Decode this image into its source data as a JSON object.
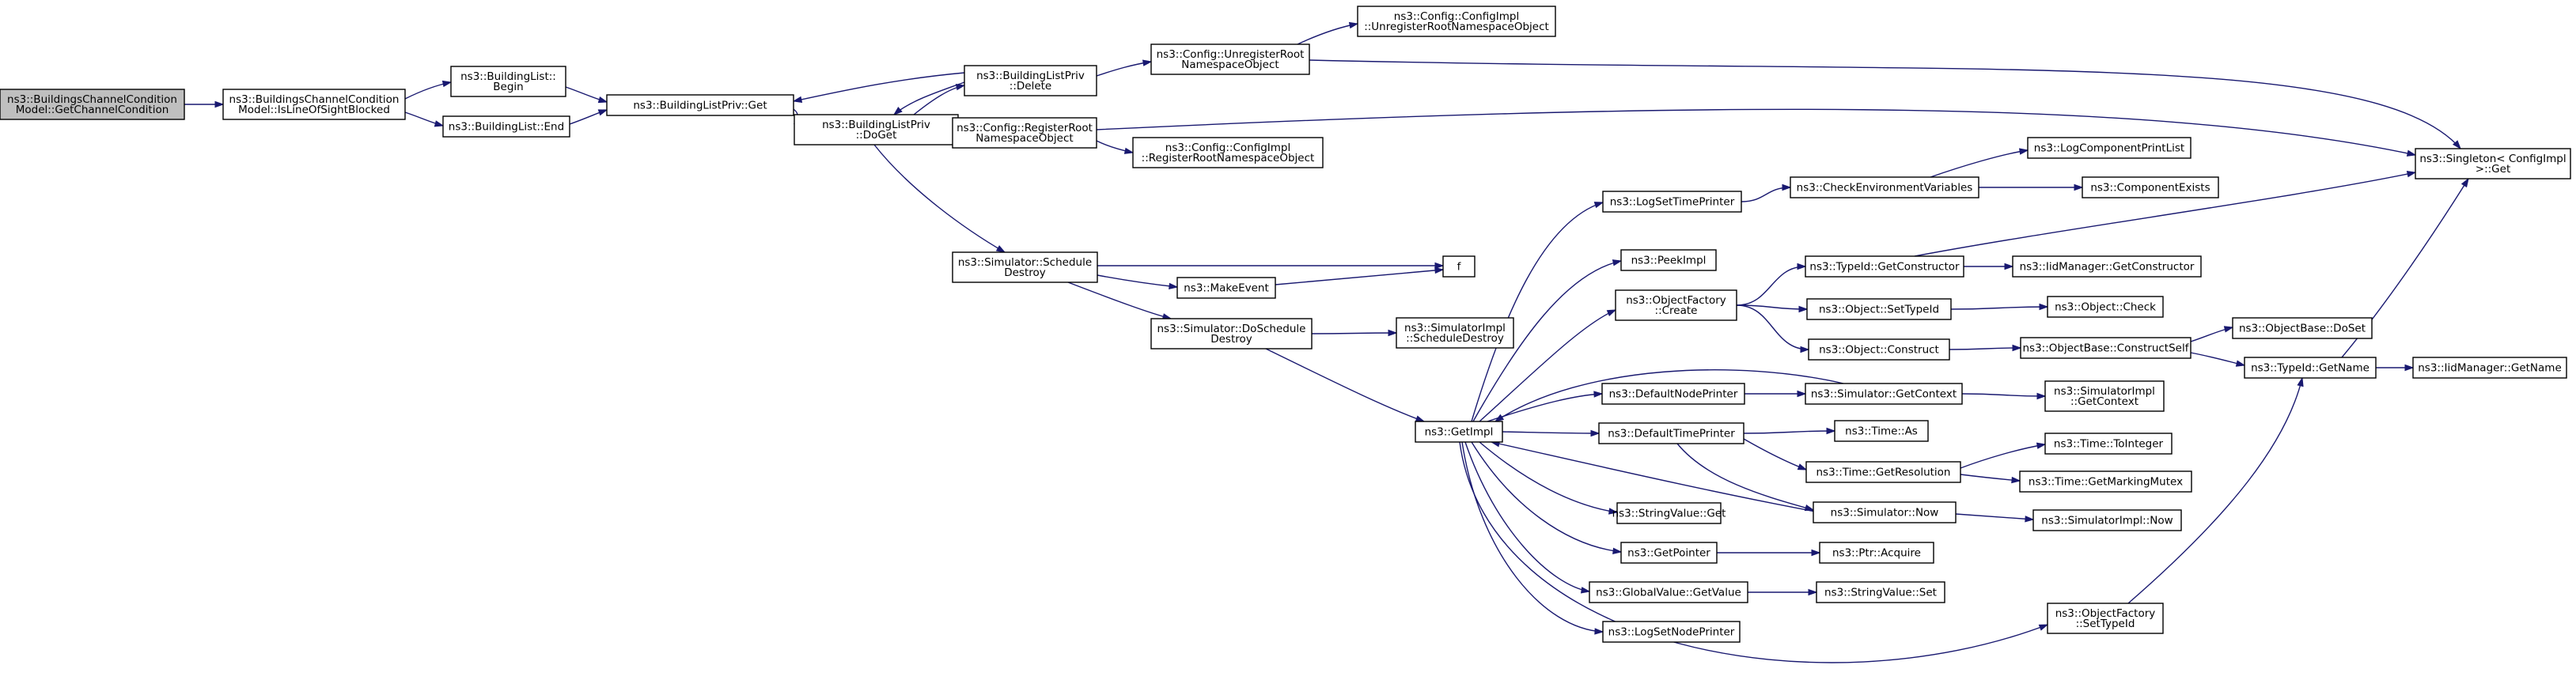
{
  "colors": {
    "edge": "#191970",
    "root_fill": "#bfbfbf",
    "node_fill": "#ffffff",
    "node_border": "#000000",
    "truncated_border": "#ff0000"
  },
  "nodes": [
    {
      "id": "root",
      "lines": [
        "ns3::BuildingsChannelCondition",
        "Model::GetChannelCondition"
      ],
      "style": "root"
    },
    {
      "id": "isLos",
      "lines": [
        "ns3::BuildingsChannelCondition",
        "Model::IsLineOfSightBlocked"
      ],
      "style": "normal"
    },
    {
      "id": "blBegin",
      "lines": [
        "ns3::BuildingList::",
        "Begin"
      ],
      "style": "normal"
    },
    {
      "id": "blEnd",
      "lines": [
        "ns3::BuildingList::End"
      ],
      "style": "normal"
    },
    {
      "id": "blpGet",
      "lines": [
        "ns3::BuildingListPriv::Get"
      ],
      "style": "normal"
    },
    {
      "id": "blpDoGet",
      "lines": [
        "ns3::BuildingListPriv",
        "::DoGet"
      ],
      "style": "normal"
    },
    {
      "id": "blpDelete",
      "lines": [
        "ns3::BuildingListPriv",
        "::Delete"
      ],
      "style": "normal"
    },
    {
      "id": "cfgUnreg",
      "lines": [
        "ns3::Config::UnregisterRoot",
        "NamespaceObject"
      ],
      "style": "normal"
    },
    {
      "id": "cfgImplUnreg",
      "lines": [
        "ns3::Config::ConfigImpl",
        "::UnregisterRootNamespaceObject"
      ],
      "style": "normal"
    },
    {
      "id": "cfgReg",
      "lines": [
        "ns3::Config::RegisterRoot",
        "NamespaceObject"
      ],
      "style": "normal"
    },
    {
      "id": "cfgImplReg",
      "lines": [
        "ns3::Config::ConfigImpl",
        "::RegisterRootNamespaceObject"
      ],
      "style": "normal"
    },
    {
      "id": "singletonGet",
      "lines": [
        "ns3::Singleton< ConfigImpl",
        " >::Get"
      ],
      "style": "normal"
    },
    {
      "id": "simSchedDestroy",
      "lines": [
        "ns3::Simulator::Schedule",
        "Destroy"
      ],
      "style": "normal"
    },
    {
      "id": "makeEvent",
      "lines": [
        "ns3::MakeEvent"
      ],
      "style": "normal"
    },
    {
      "id": "fNode",
      "lines": [
        "f"
      ],
      "style": "normal"
    },
    {
      "id": "simDoSchedDestroy",
      "lines": [
        "ns3::Simulator::DoSchedule",
        "Destroy"
      ],
      "style": "normal"
    },
    {
      "id": "simImplSchedDestroy",
      "lines": [
        "ns3::SimulatorImpl",
        "::ScheduleDestroy"
      ],
      "style": "normal"
    },
    {
      "id": "getImpl",
      "lines": [
        "ns3::GetImpl"
      ],
      "style": "normal"
    },
    {
      "id": "logSetTimePrinter",
      "lines": [
        "ns3::LogSetTimePrinter"
      ],
      "style": "normal"
    },
    {
      "id": "checkEnv",
      "lines": [
        "ns3::CheckEnvironmentVariables"
      ],
      "style": "normal"
    },
    {
      "id": "logCompPrintList",
      "lines": [
        "ns3::LogComponentPrintList"
      ],
      "style": "truncated"
    },
    {
      "id": "compExists",
      "lines": [
        "ns3::ComponentExists"
      ],
      "style": "truncated"
    },
    {
      "id": "peekImpl",
      "lines": [
        "ns3::PeekImpl"
      ],
      "style": "normal"
    },
    {
      "id": "objFactoryCreate",
      "lines": [
        "ns3::ObjectFactory",
        "::Create"
      ],
      "style": "normal"
    },
    {
      "id": "typeIdGetCtor",
      "lines": [
        "ns3::TypeId::GetConstructor"
      ],
      "style": "normal"
    },
    {
      "id": "iidGetCtor",
      "lines": [
        "ns3::IidManager::GetConstructor"
      ],
      "style": "truncated"
    },
    {
      "id": "objSetTypeId",
      "lines": [
        "ns3::Object::SetTypeId"
      ],
      "style": "normal"
    },
    {
      "id": "objCheck",
      "lines": [
        "ns3::Object::Check"
      ],
      "style": "truncated"
    },
    {
      "id": "objConstruct",
      "lines": [
        "ns3::Object::Construct"
      ],
      "style": "normal"
    },
    {
      "id": "objBaseConstructSelf",
      "lines": [
        "ns3::ObjectBase::ConstructSelf"
      ],
      "style": "truncated"
    },
    {
      "id": "objBaseDoSet",
      "lines": [
        "ns3::ObjectBase::DoSet"
      ],
      "style": "normal"
    },
    {
      "id": "typeIdGetName",
      "lines": [
        "ns3::TypeId::GetName"
      ],
      "style": "normal"
    },
    {
      "id": "iidGetName",
      "lines": [
        "ns3::IidManager::GetName"
      ],
      "style": "truncated"
    },
    {
      "id": "defNodePrinter",
      "lines": [
        "ns3::DefaultNodePrinter"
      ],
      "style": "normal"
    },
    {
      "id": "simGetContext",
      "lines": [
        "ns3::Simulator::GetContext"
      ],
      "style": "normal"
    },
    {
      "id": "simImplGetContext",
      "lines": [
        "ns3::SimulatorImpl",
        "::GetContext"
      ],
      "style": "normal"
    },
    {
      "id": "defTimePrinter",
      "lines": [
        "ns3::DefaultTimePrinter"
      ],
      "style": "normal"
    },
    {
      "id": "timeAs",
      "lines": [
        "ns3::Time::As"
      ],
      "style": "normal"
    },
    {
      "id": "timeGetRes",
      "lines": [
        "ns3::Time::GetResolution"
      ],
      "style": "normal"
    },
    {
      "id": "timeToInteger",
      "lines": [
        "ns3::Time::ToInteger"
      ],
      "style": "truncated"
    },
    {
      "id": "timeGetMarkingMutex",
      "lines": [
        "ns3::Time::GetMarkingMutex"
      ],
      "style": "normal"
    },
    {
      "id": "simNow",
      "lines": [
        "ns3::Simulator::Now"
      ],
      "style": "normal"
    },
    {
      "id": "simImplNow",
      "lines": [
        "ns3::SimulatorImpl::Now"
      ],
      "style": "normal"
    },
    {
      "id": "strValGet",
      "lines": [
        "ns3::StringValue::Get"
      ],
      "style": "normal"
    },
    {
      "id": "getPointer",
      "lines": [
        "ns3::GetPointer"
      ],
      "style": "normal"
    },
    {
      "id": "ptrAcquire",
      "lines": [
        "ns3::Ptr::Acquire"
      ],
      "style": "normal"
    },
    {
      "id": "globalValGet",
      "lines": [
        "ns3::GlobalValue::GetValue"
      ],
      "style": "normal"
    },
    {
      "id": "strValSet",
      "lines": [
        "ns3::StringValue::Set"
      ],
      "style": "normal"
    },
    {
      "id": "logSetNodePrinter",
      "lines": [
        "ns3::LogSetNodePrinter"
      ],
      "style": "normal"
    },
    {
      "id": "objFactorySetTypeId",
      "lines": [
        "ns3::ObjectFactory",
        "::SetTypeId"
      ],
      "style": "normal"
    }
  ],
  "edges": [
    {
      "from": "root",
      "to": "isLos"
    },
    {
      "from": "isLos",
      "to": "blBegin"
    },
    {
      "from": "isLos",
      "to": "blEnd"
    },
    {
      "from": "blBegin",
      "to": "blpGet"
    },
    {
      "from": "blEnd",
      "to": "blpGet"
    },
    {
      "from": "blpGet",
      "to": "blpDoGet"
    },
    {
      "from": "blpDoGet",
      "to": "blpDelete"
    },
    {
      "from": "blpDelete",
      "to": "blpDoGet"
    },
    {
      "from": "blpDelete",
      "to": "blpGet"
    },
    {
      "from": "blpDelete",
      "to": "cfgUnreg"
    },
    {
      "from": "cfgUnreg",
      "to": "cfgImplUnreg"
    },
    {
      "from": "cfgUnreg",
      "to": "singletonGet"
    },
    {
      "from": "blpDoGet",
      "to": "cfgReg"
    },
    {
      "from": "cfgReg",
      "to": "cfgImplReg"
    },
    {
      "from": "cfgReg",
      "to": "singletonGet"
    },
    {
      "from": "blpDoGet",
      "to": "simSchedDestroy"
    },
    {
      "from": "simSchedDestroy",
      "to": "fNode"
    },
    {
      "from": "simSchedDestroy",
      "to": "makeEvent"
    },
    {
      "from": "makeEvent",
      "to": "fNode"
    },
    {
      "from": "simSchedDestroy",
      "to": "simDoSchedDestroy"
    },
    {
      "from": "simDoSchedDestroy",
      "to": "simImplSchedDestroy"
    },
    {
      "from": "simDoSchedDestroy",
      "to": "getImpl"
    },
    {
      "from": "getImpl",
      "to": "logSetTimePrinter"
    },
    {
      "from": "logSetTimePrinter",
      "to": "checkEnv"
    },
    {
      "from": "checkEnv",
      "to": "logCompPrintList"
    },
    {
      "from": "checkEnv",
      "to": "compExists"
    },
    {
      "from": "getImpl",
      "to": "peekImpl"
    },
    {
      "from": "getImpl",
      "to": "objFactoryCreate"
    },
    {
      "from": "objFactoryCreate",
      "to": "typeIdGetCtor"
    },
    {
      "from": "typeIdGetCtor",
      "to": "iidGetCtor"
    },
    {
      "from": "typeIdGetCtor",
      "to": "singletonGet"
    },
    {
      "from": "objFactoryCreate",
      "to": "objSetTypeId"
    },
    {
      "from": "objSetTypeId",
      "to": "objCheck"
    },
    {
      "from": "objFactoryCreate",
      "to": "objConstruct"
    },
    {
      "from": "objConstruct",
      "to": "objBaseConstructSelf"
    },
    {
      "from": "objBaseConstructSelf",
      "to": "objBaseDoSet"
    },
    {
      "from": "objBaseConstructSelf",
      "to": "typeIdGetName"
    },
    {
      "from": "typeIdGetName",
      "to": "iidGetName"
    },
    {
      "from": "typeIdGetName",
      "to": "singletonGet"
    },
    {
      "from": "getImpl",
      "to": "defNodePrinter"
    },
    {
      "from": "defNodePrinter",
      "to": "simGetContext"
    },
    {
      "from": "simGetContext",
      "to": "simImplGetContext"
    },
    {
      "from": "simGetContext",
      "to": "getImpl"
    },
    {
      "from": "getImpl",
      "to": "defTimePrinter"
    },
    {
      "from": "defTimePrinter",
      "to": "timeAs"
    },
    {
      "from": "defTimePrinter",
      "to": "timeGetRes"
    },
    {
      "from": "timeGetRes",
      "to": "timeToInteger"
    },
    {
      "from": "timeGetRes",
      "to": "timeGetMarkingMutex"
    },
    {
      "from": "defTimePrinter",
      "to": "simNow"
    },
    {
      "from": "simNow",
      "to": "simImplNow"
    },
    {
      "from": "simNow",
      "to": "getImpl"
    },
    {
      "from": "getImpl",
      "to": "strValGet"
    },
    {
      "from": "getImpl",
      "to": "getPointer"
    },
    {
      "from": "getPointer",
      "to": "ptrAcquire"
    },
    {
      "from": "getImpl",
      "to": "globalValGet"
    },
    {
      "from": "globalValGet",
      "to": "strValSet"
    },
    {
      "from": "getImpl",
      "to": "logSetNodePrinter"
    },
    {
      "from": "getImpl",
      "to": "objFactorySetTypeId"
    },
    {
      "from": "objFactorySetTypeId",
      "to": "typeIdGetName"
    }
  ]
}
